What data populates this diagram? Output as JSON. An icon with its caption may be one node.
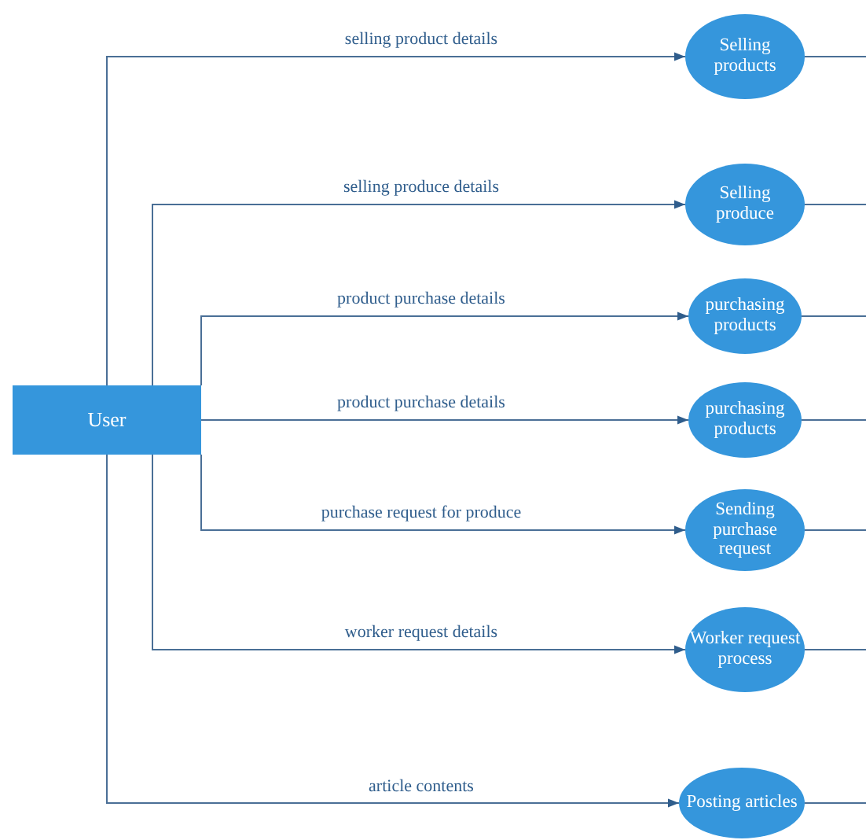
{
  "diagram": {
    "nodes": [
      {
        "text": [
          "User"
        ]
      },
      {
        "text": [
          "Selling products"
        ]
      },
      {
        "text": [
          "Selling produce"
        ]
      },
      {
        "text": [
          "purchasing products"
        ]
      },
      {
        "text": [
          "purchasing products"
        ]
      },
      {
        "text": [
          "Sending purchase request"
        ]
      },
      {
        "text": [
          "Worker request process"
        ]
      },
      {
        "text": [
          "Posting articles"
        ]
      }
    ],
    "edges": [
      {
        "from": 0,
        "to": 1,
        "arrow": "to",
        "label": "selling product details"
      },
      {
        "from": 0,
        "to": 2,
        "arrow": "to",
        "label": "selling produce details"
      },
      {
        "from": 0,
        "to": 3,
        "arrow": "to",
        "label": "product purchase details"
      },
      {
        "from": 0,
        "to": 4,
        "arrow": "to",
        "label": "product purchase details"
      },
      {
        "from": 0,
        "to": 5,
        "arrow": "to",
        "label": "purchase request for produce"
      },
      {
        "from": 0,
        "to": 6,
        "arrow": "to",
        "label": "worker request details"
      },
      {
        "from": 0,
        "to": 7,
        "arrow": "to",
        "label": "article contents"
      },
      {
        "from": 1,
        "to": null,
        "arrow": "none"
      },
      {
        "from": 2,
        "to": null,
        "arrow": "none"
      },
      {
        "from": 3,
        "to": null,
        "arrow": "none"
      },
      {
        "from": 4,
        "to": null,
        "arrow": "none"
      },
      {
        "from": 5,
        "to": null,
        "arrow": "none"
      },
      {
        "from": 6,
        "to": null,
        "arrow": "none"
      },
      {
        "from": 7,
        "to": null,
        "arrow": "none"
      }
    ]
  }
}
